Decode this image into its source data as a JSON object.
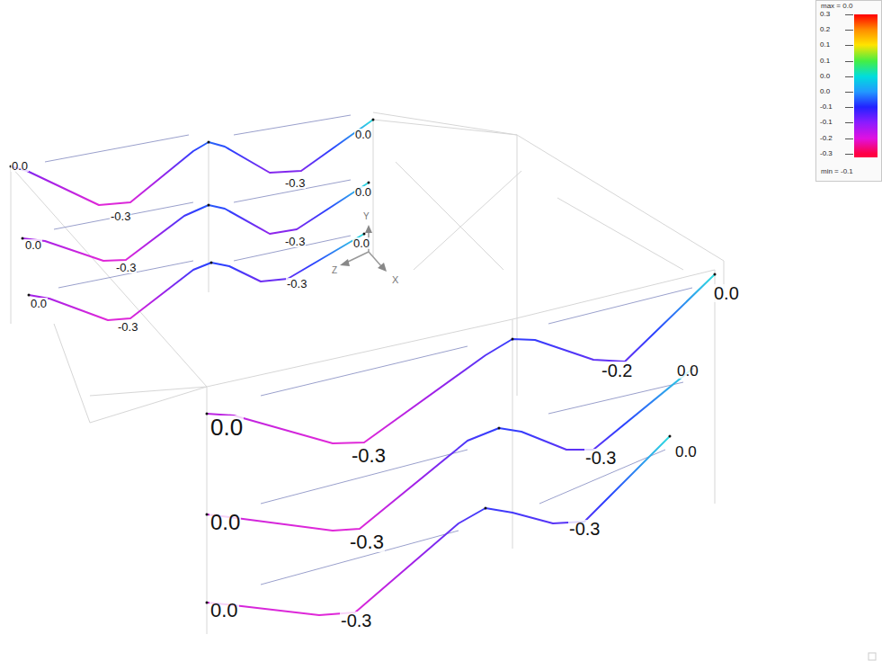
{
  "diagram": {
    "labels": [
      "max = 0.0",
      "0.0",
      "-0.3",
      "-0.3",
      "0.0",
      "0.0",
      "-0.3",
      "-0.3",
      "0.0",
      "0.0",
      "-0.3",
      "-0.3",
      "0.0",
      "Y",
      "Z",
      "X",
      "0.0",
      "-0.2",
      "0.0",
      "-0.3",
      "0.0",
      "-0.3",
      "0.0",
      "-0.3",
      "0.0",
      "-0.3",
      "0.0",
      "-0.3",
      "min = -0.1"
    ],
    "legend": [
      {
        "text": "0.3",
        "color": "#ff0000"
      },
      {
        "text": "0.2",
        "color": "#ff8c00"
      },
      {
        "text": "0.1",
        "color": "#ffe400"
      },
      {
        "text": "0.1",
        "color": "#44ee44"
      },
      {
        "text": "0.0",
        "color": "#00dddd"
      },
      {
        "text": "0.0",
        "color": "#2299ff"
      },
      {
        "text": "-0.1",
        "color": "#2222ff"
      },
      {
        "text": "-0.1",
        "color": "#8a1cff"
      },
      {
        "text": "-0.2",
        "color": "#e010e0"
      },
      {
        "text": "-0.3",
        "color": "#ff0044"
      }
    ]
  }
}
